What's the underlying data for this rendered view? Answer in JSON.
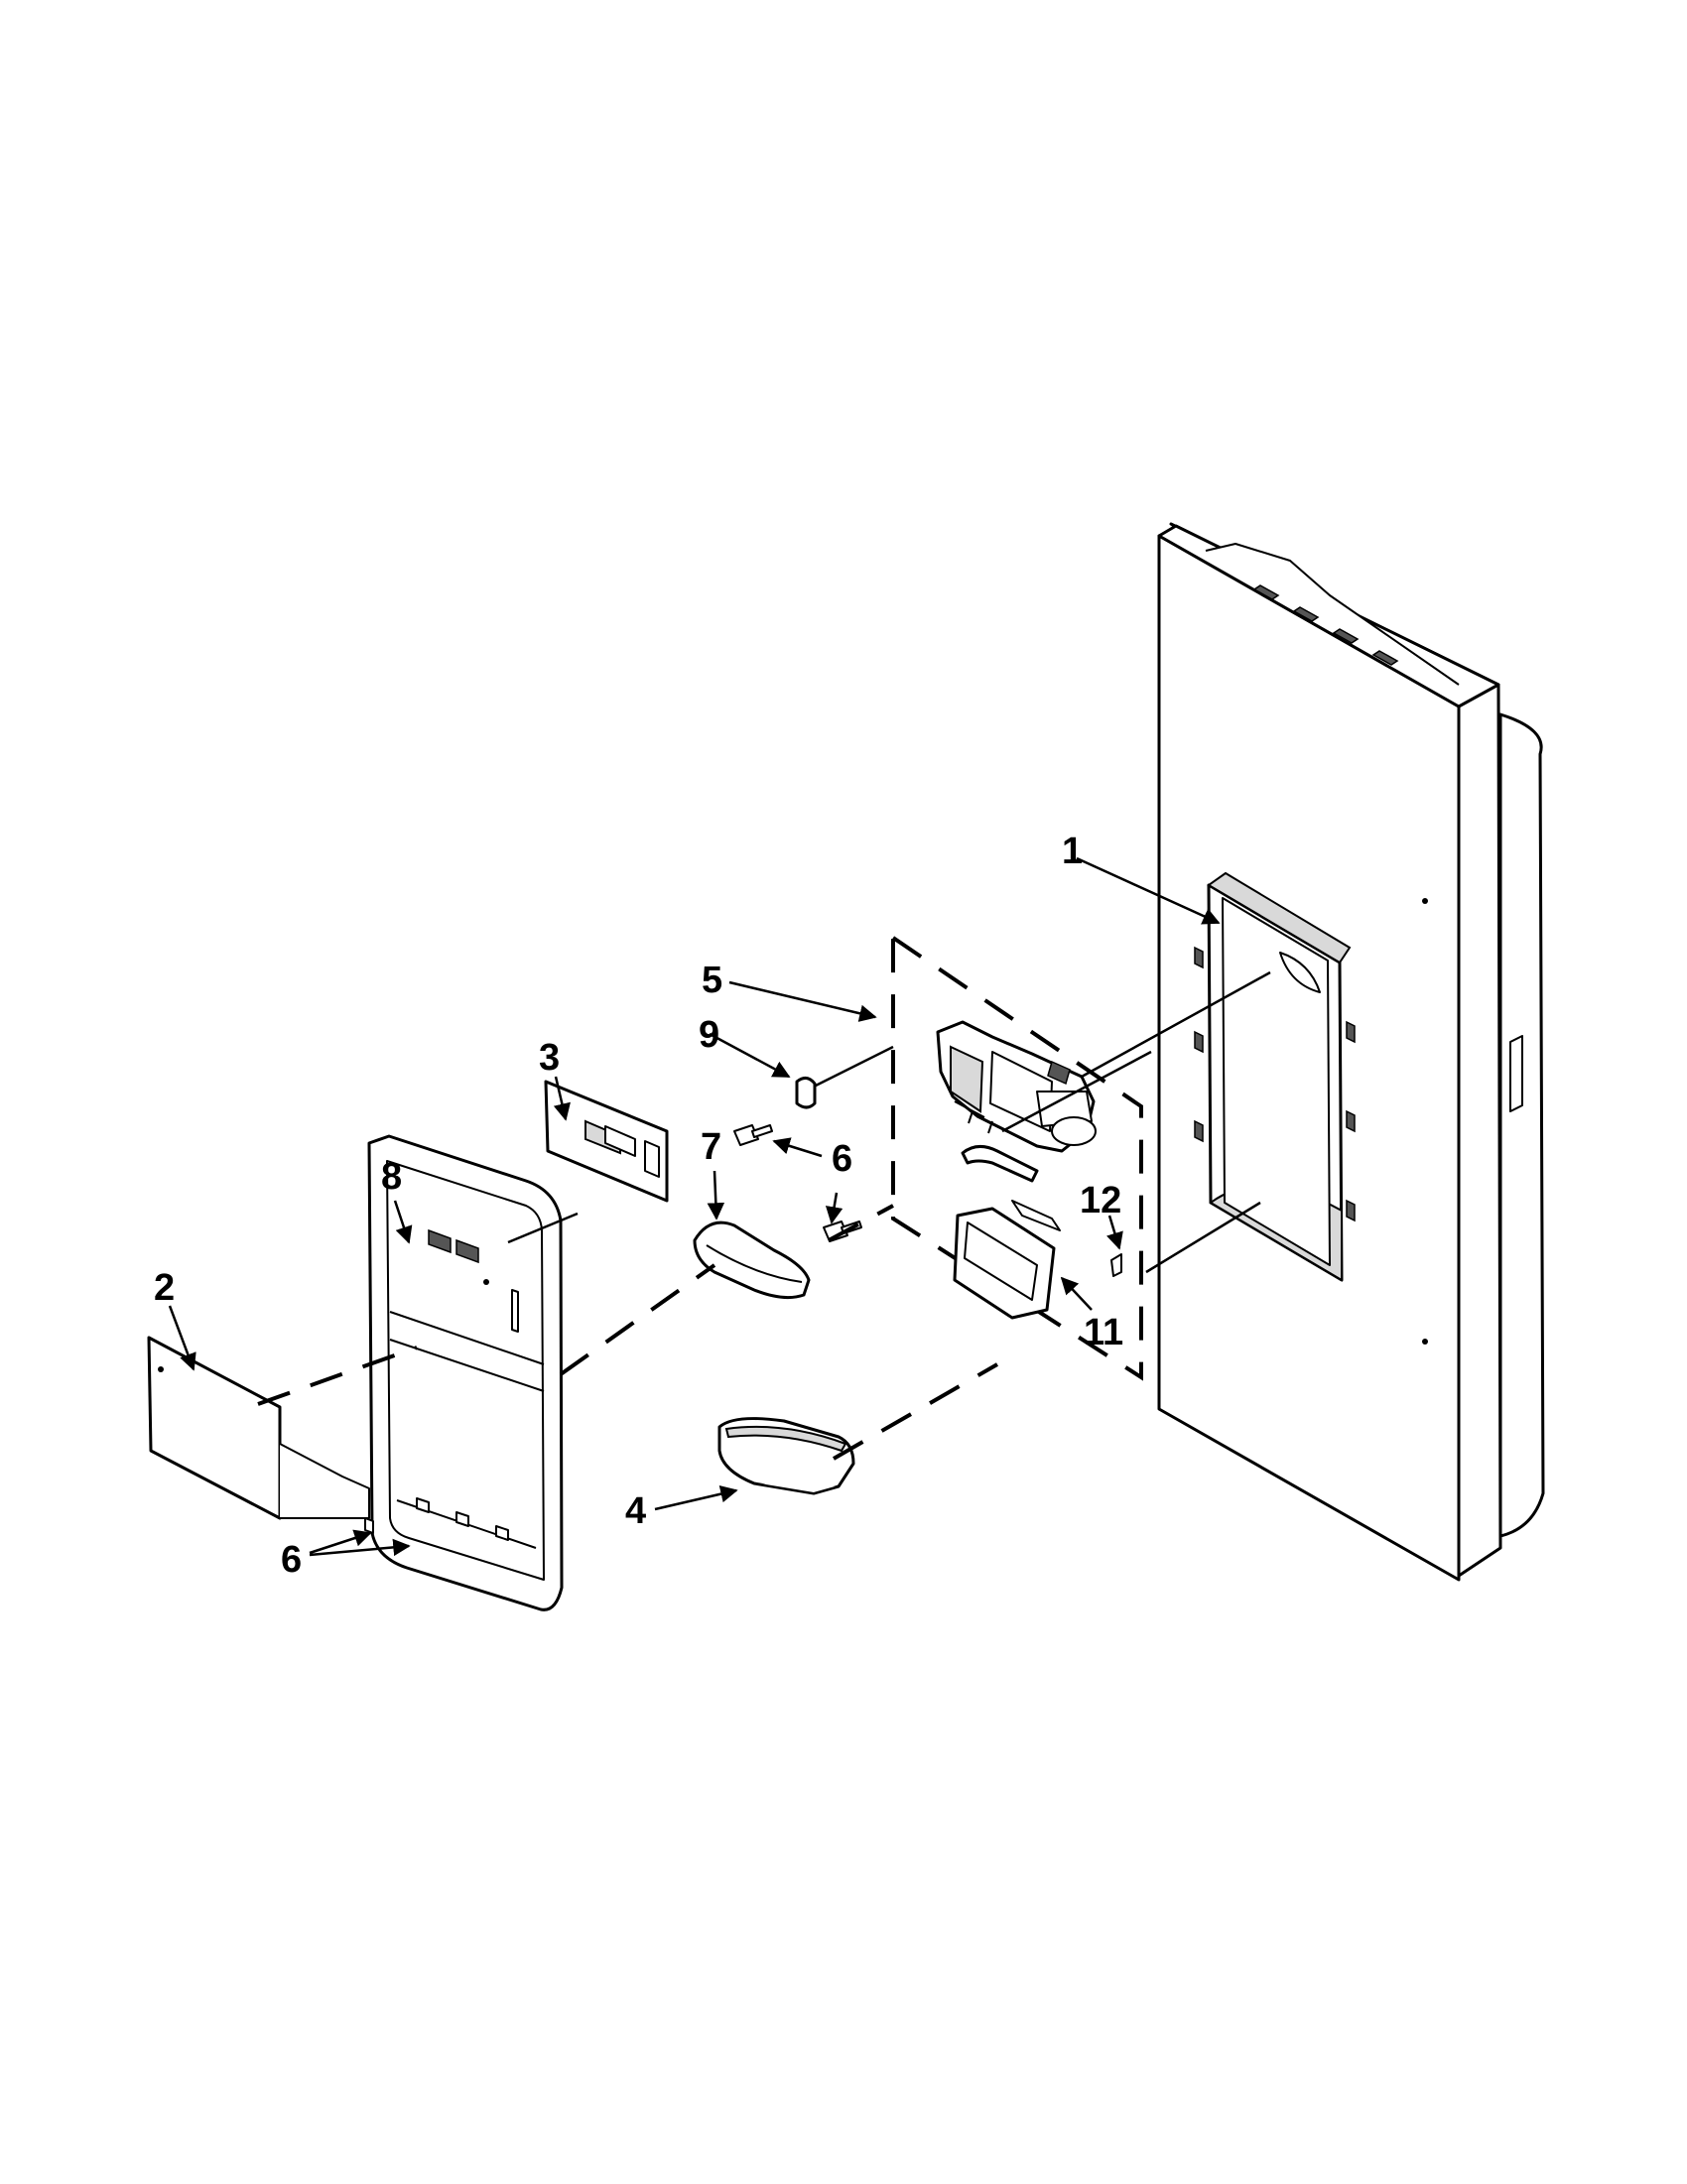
{
  "diagram": {
    "callouts": {
      "c1": "1",
      "c2": "2",
      "c3": "3",
      "c4": "4",
      "c5": "5",
      "c6a": "6",
      "c6b": "6",
      "c7": "7",
      "c8": "8",
      "c9": "9",
      "c11": "11",
      "c12": "12"
    },
    "colors": {
      "ink": "#000000",
      "paper": "#ffffff",
      "shade": "#d9d9d9"
    }
  }
}
